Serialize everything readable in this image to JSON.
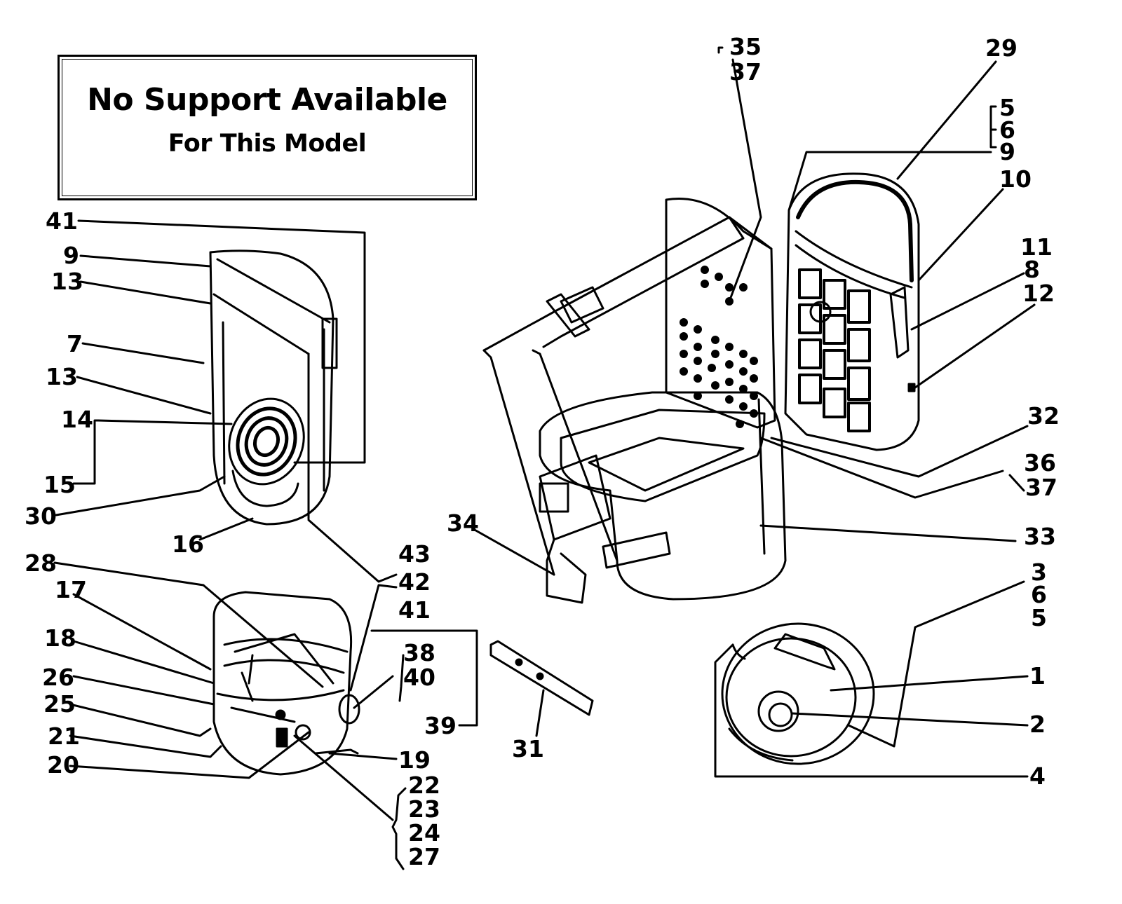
{
  "notice": {
    "line1": "No Support Available",
    "line2": "For This Model"
  },
  "callouts": [
    "35",
    "37",
    "29",
    "5",
    "6",
    "9",
    "10",
    "11",
    "8",
    "12",
    "41",
    "9",
    "13",
    "7",
    "13",
    "14",
    "15",
    "30",
    "16",
    "32",
    "36",
    "37",
    "34",
    "33",
    "28",
    "17",
    "43",
    "42",
    "41",
    "3",
    "6",
    "5",
    "18",
    "38",
    "40",
    "26",
    "25",
    "39",
    "1",
    "21",
    "2",
    "31",
    "20",
    "19",
    "4",
    "22",
    "23",
    "24",
    "27"
  ],
  "colors": {
    "ink": "#000000",
    "paper": "#ffffff"
  }
}
